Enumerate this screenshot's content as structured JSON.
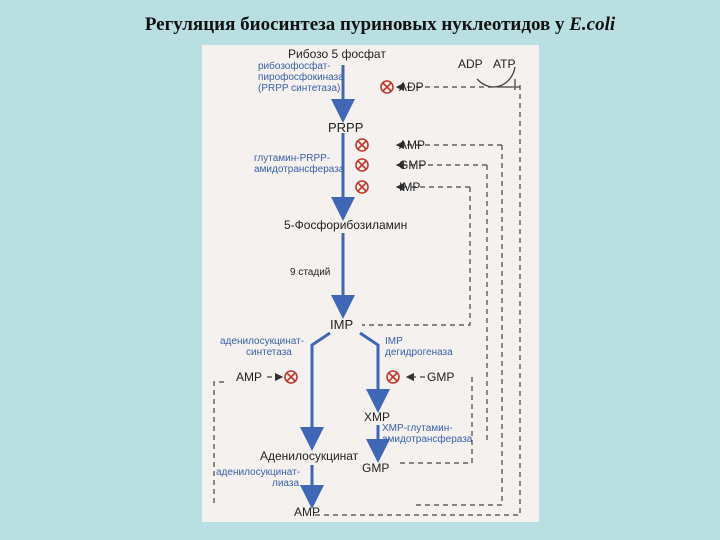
{
  "title": {
    "main": "Регуляция биосинтеза пуриновых нуклеотидов у ",
    "organism": "E.coli"
  },
  "nodes": {
    "ribose": "Рибозо 5 фосфат",
    "prpp": "PRPP",
    "phosphoribosylamine": "5-Фосфорибозиламин",
    "imp": "IMP",
    "xmp": "XMP",
    "adenylosuccinate": "Аденилосукцинат",
    "gmp": "GMP",
    "amp": "AMP"
  },
  "enzymes": {
    "prpp_synthetase": [
      "рибозофосфат-",
      "пирофосфокиназа",
      "(PRPP синтетаза)"
    ],
    "glutamine_prpp": [
      "глутамин-PRPP-",
      "амидотрансфераза"
    ],
    "nine_steps": "9 стадий",
    "adenylosuccinate_synthetase": [
      "аденилосукцинат-",
      "синтетаза"
    ],
    "imp_dehydrogenase": [
      "IMP",
      "дегидрогеназа"
    ],
    "xmp_glutamine": [
      "XMP-глутамин-",
      "амидотрансфераза"
    ],
    "adenylosuccinate_lyase": [
      "аденилосукцинат-",
      "лиаза"
    ]
  },
  "inhibitors": {
    "adp": "ADP",
    "amp": "AMP",
    "gmp": "GMP",
    "imp": "IMP",
    "amp_branch": "AMP",
    "gmp_branch": "GMP"
  },
  "top_right": {
    "adp": "ADP",
    "atp": "ATP"
  },
  "colors": {
    "arrow": "#3f67b5",
    "inhibit": "#c0392b",
    "dashed": "#444444"
  }
}
